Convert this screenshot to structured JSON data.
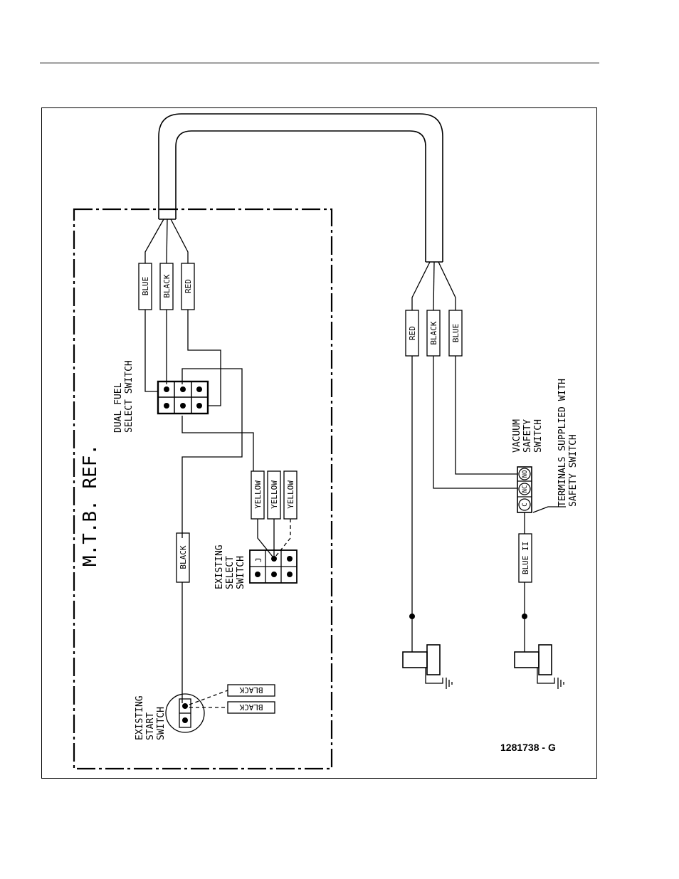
{
  "diagram": {
    "title": "M.T.B. REF.",
    "figure_number": "1281738 - G",
    "components": {
      "dual_fuel_switch": "DUAL FUEL SELECT SWITCH",
      "existing_select_switch": "EXISTING SELECT SWITCH",
      "existing_start_switch": "EXISTING START SWITCH",
      "vacuum_safety_switch": "VACUUM SAFETY SWITCH",
      "terminals_note": "TERMINALS SUPPLIED WITH SAFETY SWITCH"
    },
    "wire_tags": {
      "left_blue": "BLUE",
      "left_black": "BLACK",
      "left_red": "RED",
      "right_red": "RED",
      "right_black": "BLACK",
      "right_blue": "BLUE",
      "black_main": "BLACK",
      "yellow_1": "YELLOW",
      "yellow_2": "YELLOW",
      "yellow_3": "YELLOW",
      "start_black_1": "BLACK",
      "start_black_2": "BLACK",
      "blue_ii": "BLUE II"
    },
    "terminals": {
      "c": "C",
      "nc": "NC",
      "no": "NO"
    }
  }
}
